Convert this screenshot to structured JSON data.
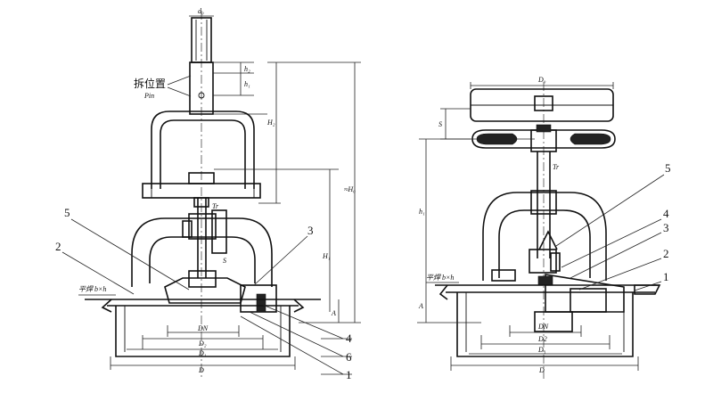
{
  "left_view": {
    "stem_dia_label": "d₀",
    "cn_label": "拆位置",
    "cn_sub_label": "Pin",
    "h2_label": "h₂",
    "h1_label": "h₁",
    "H2_label": "H₂",
    "H0_label": "≈H₀",
    "H1_label": "H₁",
    "A_label": "A",
    "s_label": "S",
    "tr_label": "Tr",
    "flange_label": "平焊 b×h",
    "dims": {
      "DN": "DN",
      "D2": "D₂",
      "D1": "D₁",
      "D": "D"
    },
    "callouts": [
      "5",
      "2",
      "3",
      "4",
      "6",
      "1"
    ]
  },
  "right_view": {
    "top_dia_label": "D₀",
    "s_label": "S",
    "h_label": "h₁",
    "tr_label": "Tr",
    "A_label": "A",
    "flange_label": "平焊 b×h",
    "dims": {
      "DN": "DN",
      "D2": "D2",
      "D1": "D₁",
      "D": "D"
    },
    "callouts": [
      "5",
      "4",
      "3",
      "2",
      "1"
    ]
  }
}
